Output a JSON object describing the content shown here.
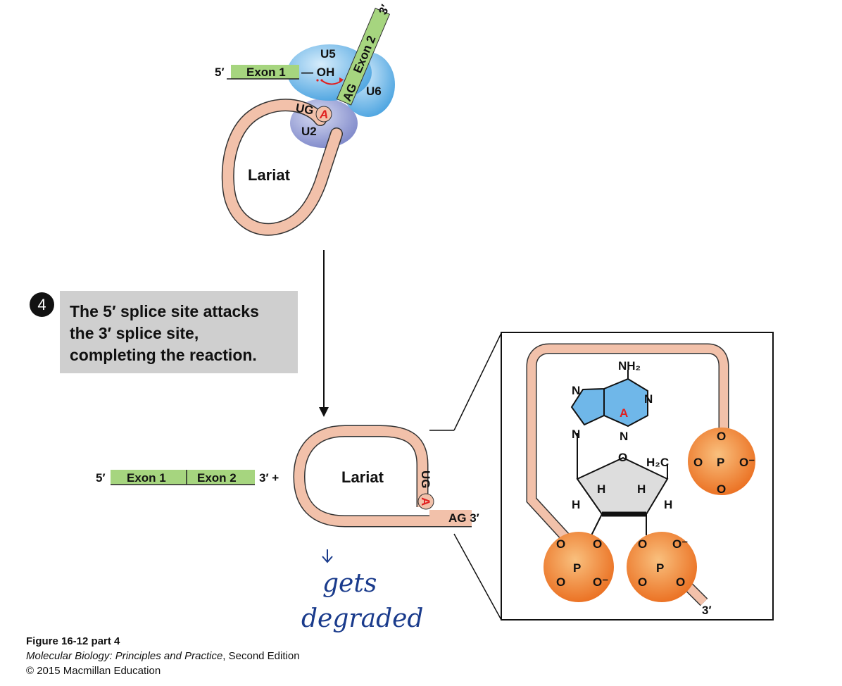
{
  "top_diagram": {
    "five_prime": "5′",
    "three_prime": "3′",
    "exon1": "Exon 1",
    "exon2": "Exon 2",
    "oh": "— OH",
    "u5": "U5",
    "u6": "U6",
    "u2": "U2",
    "ug": "UG",
    "a": "A",
    "ag": "AG",
    "lariat": "Lariat"
  },
  "step": {
    "number": "4",
    "lines": [
      "The 5′ splice site attacks",
      "the 3′ splice site,",
      "completing the reaction."
    ]
  },
  "bottom_diagram": {
    "five_prime": "5′",
    "exon1": "Exon 1",
    "exon2": "Exon 2",
    "three_prime_plus": "3′ +",
    "lariat": "Lariat",
    "ug": "UG",
    "a": "A",
    "ag_tail": "AG 3′"
  },
  "handwritten": {
    "line1": "gets",
    "line2": "degraded"
  },
  "inset": {
    "nh2": "NH₂",
    "n1": "N",
    "n2": "N",
    "n3": "N",
    "n4": "N",
    "a": "A",
    "ring_o": "O",
    "h2c": "H₂C",
    "h1": "H",
    "h2": "H",
    "h3": "H",
    "h4": "H",
    "three_prime": "3′",
    "phosphate_p": "P",
    "phosphate_o": "O",
    "o_minus": "O⁻"
  },
  "caption": {
    "figure": "Figure 16-12 part 4",
    "book": "Molecular Biology: Principles and Practice",
    "edition": ", Second Edition",
    "copyright": "© 2015 Macmillan Education"
  },
  "colors": {
    "exon": "#a6d57f",
    "lariat": "#f2c1aa",
    "snrnp_blue": "#6fb7e9",
    "u2": "#9aa3d6",
    "phosphate": "#f0923a",
    "adenine_red": "#e02020",
    "step_box": "#cfcfcf",
    "handwriting": "#1a3b8c"
  }
}
